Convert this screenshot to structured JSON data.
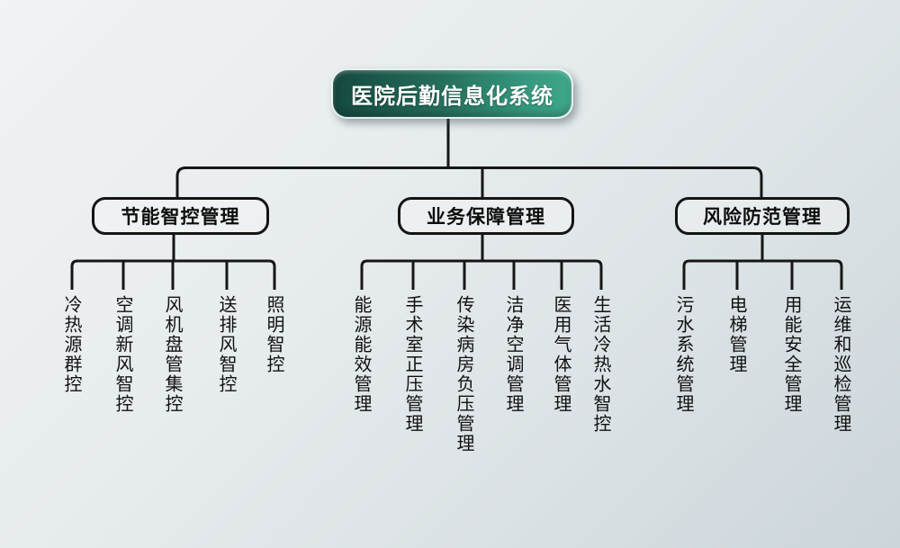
{
  "diagram": {
    "type": "org-chart",
    "root": {
      "label": "医院后勤信息化系统"
    },
    "groups": [
      {
        "label": "节能智控管理",
        "leaves": [
          "冷热源群控",
          "空调新风智控",
          "风机盘管集控",
          "送排风智控",
          "照明智控"
        ]
      },
      {
        "label": "业务保障管理",
        "leaves": [
          "能源能效管理",
          "手术室正压管理",
          "传染病房负压管理",
          "洁净空调管理",
          "医用气体管理",
          "生活冷热水智控"
        ]
      },
      {
        "label": "风险防范管理",
        "leaves": [
          "污水系统管理",
          "电梯管理",
          "用能安全管理",
          "运维和巡检管理"
        ]
      }
    ],
    "colors": {
      "root_gradient_start": "#15473e",
      "root_gradient_end": "#3fa98b",
      "root_text": "#ffffff",
      "line": "#161616",
      "node_border": "#141414",
      "node_text": "#0d0d0d",
      "background_light": "#f1f3f4",
      "background_dark": "#cbd5da"
    }
  }
}
